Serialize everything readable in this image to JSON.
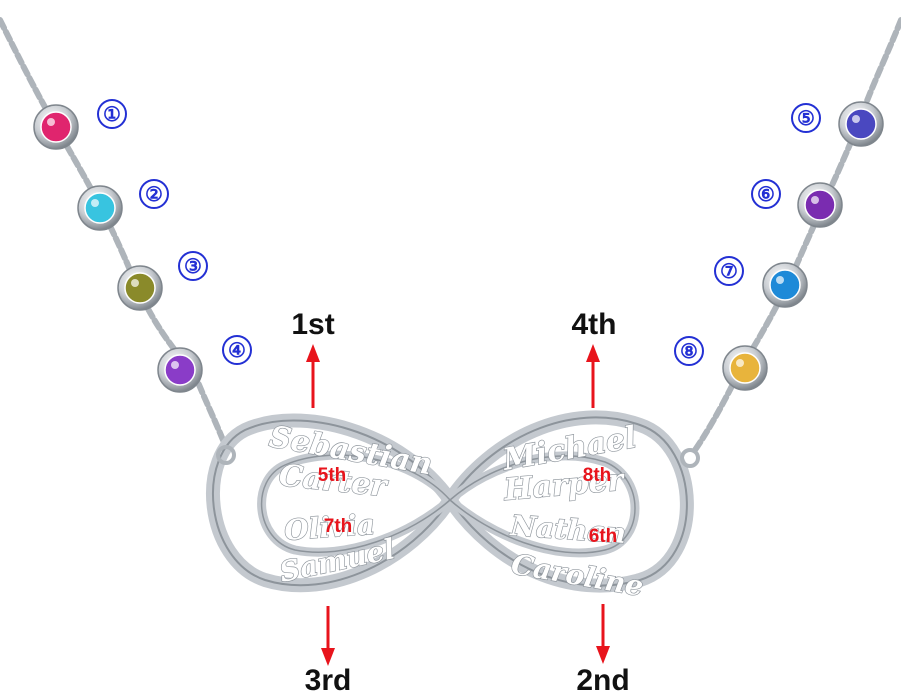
{
  "positions": {
    "first": "1st",
    "second": "2nd",
    "third": "3rd",
    "fourth": "4th",
    "fifth": "5th",
    "sixth": "6th",
    "seventh": "7th",
    "eighth": "8th"
  },
  "stones": [
    {
      "number": "①",
      "color": "#e0256e"
    },
    {
      "number": "②",
      "color": "#38c4e0"
    },
    {
      "number": "③",
      "color": "#8a8a2a"
    },
    {
      "number": "④",
      "color": "#8a3cc8"
    },
    {
      "number": "⑤",
      "color": "#4a48c0"
    },
    {
      "number": "⑥",
      "color": "#7a2cb0"
    },
    {
      "number": "⑦",
      "color": "#1e8ad8"
    },
    {
      "number": "⑧",
      "color": "#e8b43c"
    }
  ],
  "names": [
    "Sebastian",
    "Carter",
    "Olivia",
    "Samuel",
    "Michael",
    "Harper",
    "Nathan",
    "Caroline"
  ],
  "colors": {
    "arrow": "#e8141c",
    "badge": "#2330d4",
    "silver": "#c4c9cf"
  }
}
